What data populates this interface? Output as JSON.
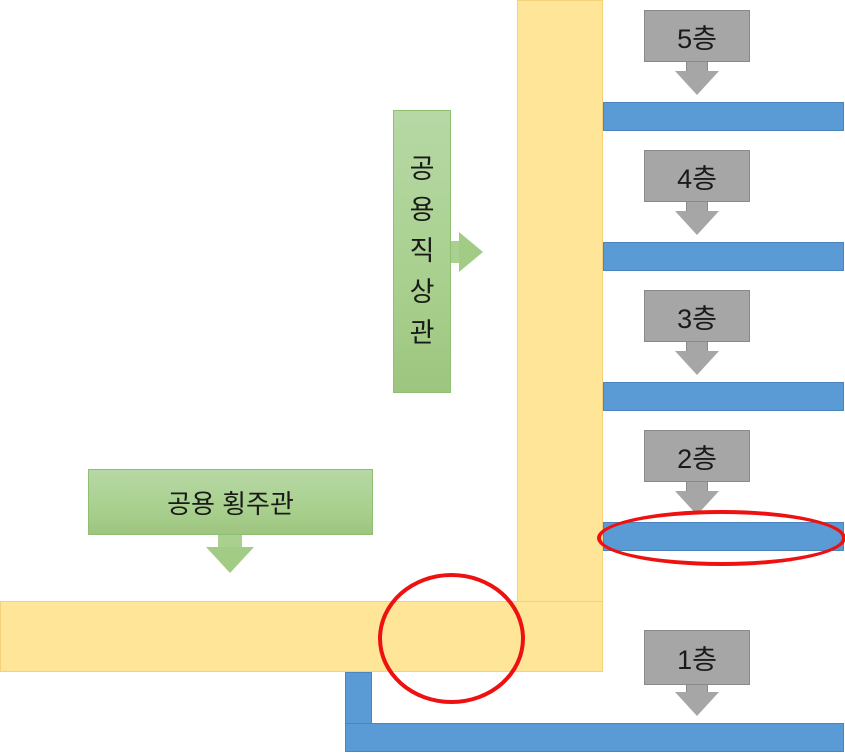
{
  "floors": [
    {
      "label": "5층"
    },
    {
      "label": "4층"
    },
    {
      "label": "3층"
    },
    {
      "label": "2층"
    },
    {
      "label": "1층"
    }
  ],
  "vertical_riser": {
    "label": "공용직상관",
    "chars": [
      "공",
      "용",
      "직",
      "상",
      "관"
    ]
  },
  "horizontal_main": {
    "label": "공용 횡주관"
  },
  "colors": {
    "pipe_yellow": "#fee598",
    "pipe_blue": "#5b9bd5",
    "callout_gray": "#a6a6a6",
    "callout_green": "#a9d08e",
    "highlight_red": "#ee1111"
  }
}
